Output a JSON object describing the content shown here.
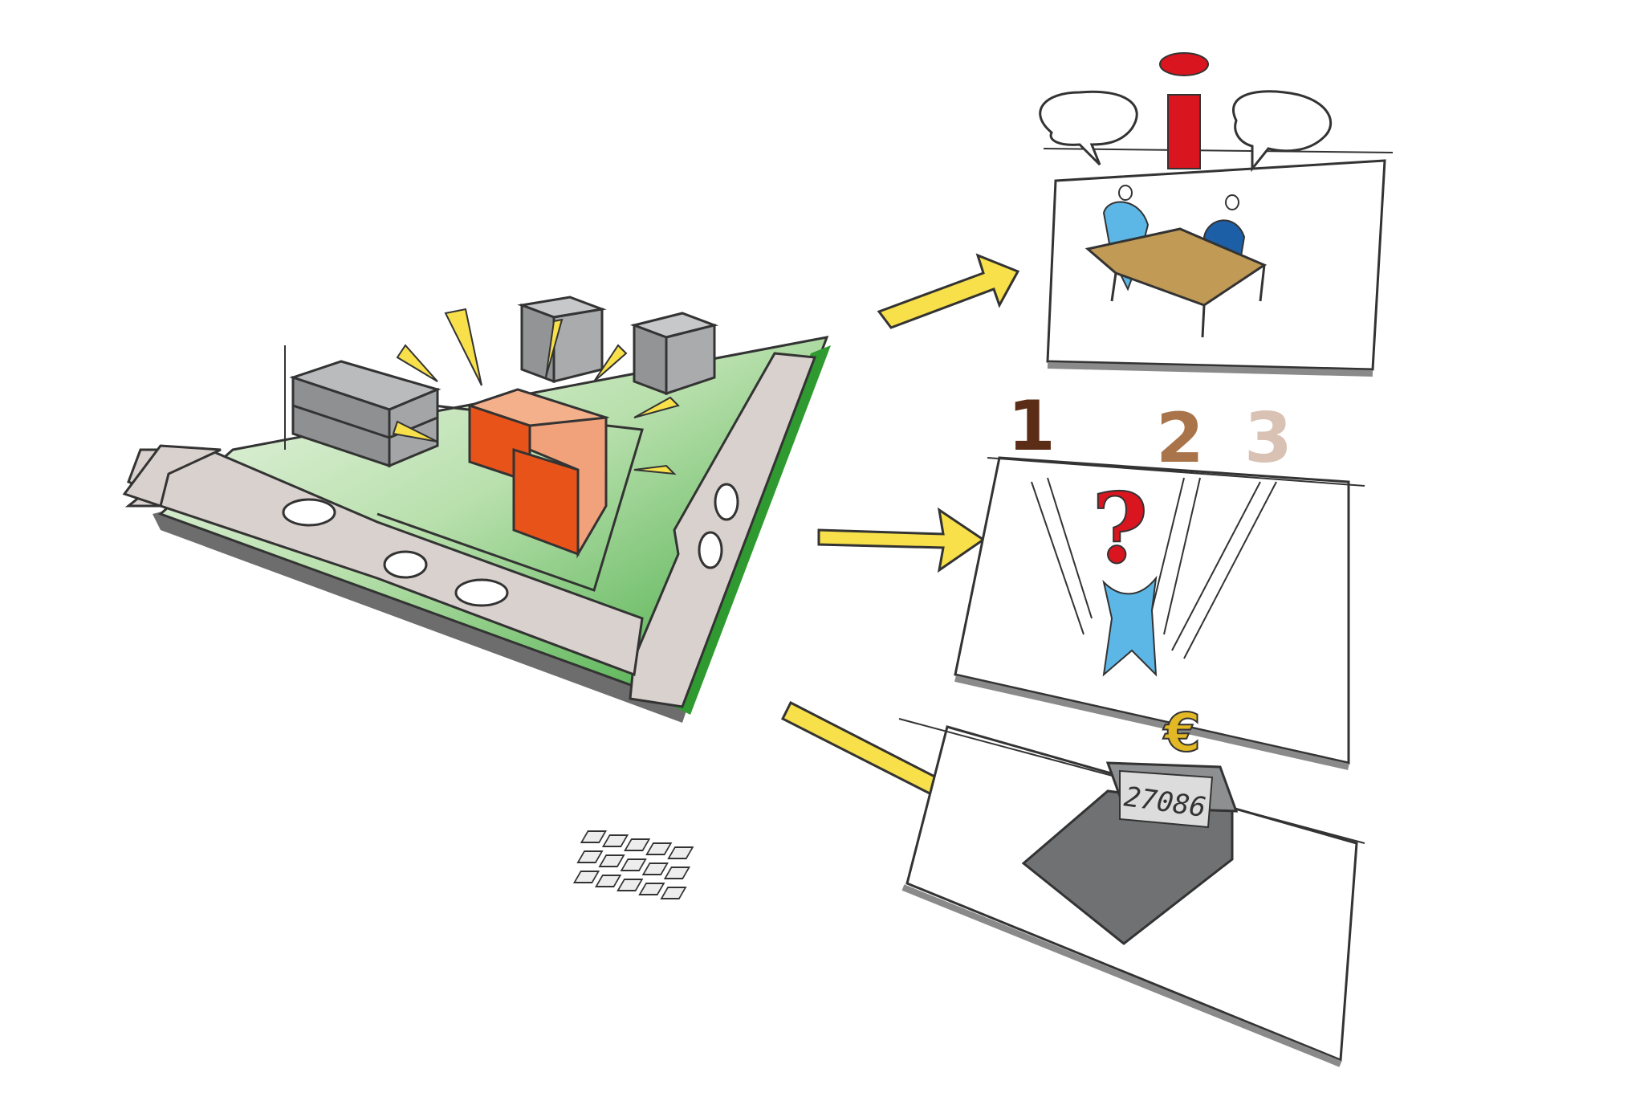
{
  "colors": {
    "ink": "#3a3a3a",
    "grass": "#3aa63a",
    "grass_light": "#d7ecd2",
    "road": "#d6cfcb",
    "accent_orange": "#e8531a",
    "accent_orange_light": "#f2a27a",
    "building_gray": "#9a9c9e",
    "arrow_yellow": "#f7e04a",
    "info_red": "#d9151f",
    "person_light_blue": "#5cb7e6",
    "person_dark_blue": "#1d5fa6",
    "table_brown": "#c19a55",
    "euro_gold": "#e2b824"
  },
  "rank_labels": {
    "first": "1",
    "second": "2",
    "third": "3"
  },
  "calculator": {
    "display": "27086"
  },
  "currency_symbol": "€",
  "question_mark": "?",
  "info_symbol": "i"
}
